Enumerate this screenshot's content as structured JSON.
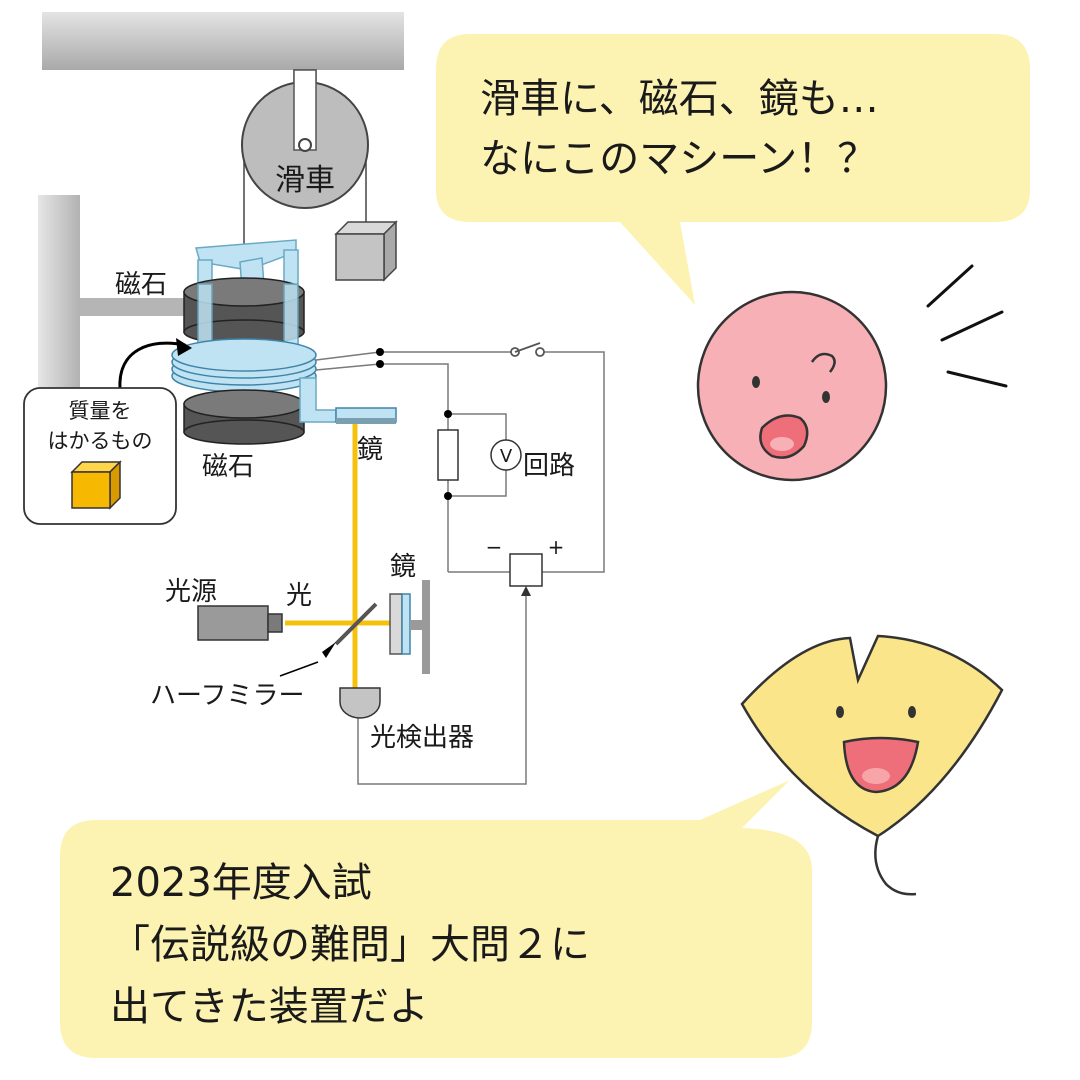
{
  "labels": {
    "pulley": "滑車",
    "magnet_top": "磁石",
    "magnet_bottom": "磁石",
    "weigh_box_line1": "質量を",
    "weigh_box_line2": "はかるもの",
    "mirror_top": "鏡",
    "mirror_right": "鏡",
    "circuit": "回路",
    "voltmeter": "V",
    "light_source": "光源",
    "light": "光",
    "half_mirror": "ハーフミラー",
    "detector": "光検出器",
    "minus": "−",
    "plus": "+"
  },
  "bubble_top": {
    "line1": "滑車に、磁石、鏡も…",
    "line2": "なにこのマシーン！？"
  },
  "bubble_bottom": {
    "line1": "2023年度入試",
    "line2": "「伝説級の難問」大問２に",
    "line3": "出てきた装置だよ"
  },
  "colors": {
    "bubble": "#fcf3b3",
    "coil": "#bfe3f3",
    "beam": "#f4c20d",
    "pink_face": "#f7b1b6",
    "ginkgo": "#fbe58b",
    "cube": "#f6b800"
  }
}
